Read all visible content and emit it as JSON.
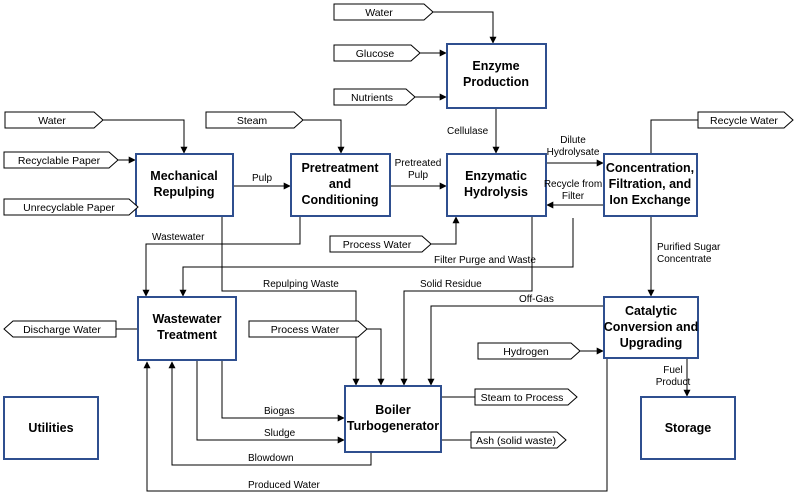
{
  "processes": {
    "enzyme_production": [
      "Enzyme",
      "Production"
    ],
    "mechanical_repulping": [
      "Mechanical",
      "Repulping"
    ],
    "pretreatment": [
      "Pretreatment",
      "and",
      "Conditioning"
    ],
    "enzymatic_hydrolysis": [
      "Enzymatic",
      "Hydrolysis"
    ],
    "concentration": [
      "Concentration,",
      "Filtration, and",
      "Ion Exchange"
    ],
    "wastewater_treatment": [
      "Wastewater",
      "Treatment"
    ],
    "catalytic_conversion": [
      "Catalytic",
      "Conversion and",
      "Upgrading"
    ],
    "boiler": [
      "Boiler",
      "Turbogenerator"
    ],
    "utilities": [
      "Utilities"
    ],
    "storage": [
      "Storage"
    ]
  },
  "inputs": {
    "water_top": "Water",
    "glucose": "Glucose",
    "nutrients": "Nutrients",
    "water_left": "Water",
    "steam": "Steam",
    "recycle_water": "Recycle Water",
    "recyclable_paper": "Recyclable Paper",
    "unrecyclable_paper": "Unrecyclable Paper",
    "process_water_mid": "Process Water",
    "process_water_boiler": "Process Water",
    "hydrogen": "Hydrogen"
  },
  "outputs": {
    "discharge_water": "Discharge Water",
    "steam_to_process": "Steam to Process",
    "ash": "Ash (solid waste)"
  },
  "flows": {
    "cellulase": "Cellulase",
    "pulp": "Pulp",
    "pretreated_pulp": [
      "Pretreated",
      "Pulp"
    ],
    "dilute_hydrolysate": [
      "Dilute",
      "Hydrolysate"
    ],
    "recycle_from_filter": [
      "Recycle from",
      "Filter"
    ],
    "wastewater": "Wastewater",
    "filter_purge": "Filter Purge and Waste",
    "repulping_waste": "Repulping Waste",
    "solid_residue": "Solid Residue",
    "off_gas": "Off-Gas",
    "purified_sugar": [
      "Purified Sugar",
      "Concentrate"
    ],
    "fuel_product": [
      "Fuel",
      "Product"
    ],
    "biogas": "Biogas",
    "sludge": "Sludge",
    "blowdown": "Blowdown",
    "produced_water": "Produced Water"
  }
}
